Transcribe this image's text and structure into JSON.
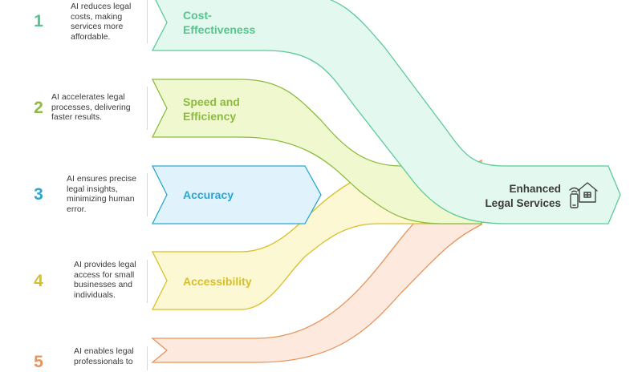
{
  "outcome": {
    "label": "Enhanced\nLegal Services",
    "icon": "house-and-phone-icon",
    "color": "#e3f8ef",
    "stroke": "#5ccb98"
  },
  "factors": [
    {
      "number": "1",
      "title": "Cost-\nEffectiveness",
      "description": "AI reduces legal\ncosts, making\nservices more\naffordable.",
      "color": "#54c68d",
      "fill": "#e0f7ec"
    },
    {
      "number": "2",
      "title": "Speed and\nEfficiency",
      "description": "AI accelerates legal\nprocesses, delivering\nfaster results.",
      "color": "#8bbc3b",
      "fill": "#f0f8cf"
    },
    {
      "number": "3",
      "title": "Accuracy",
      "description": "AI ensures precise\nlegal insights,\nminimizing human\nerror.",
      "color": "#2ba6d3",
      "fill": "#e0f2fc"
    },
    {
      "number": "4",
      "title": "Accessibility",
      "description": "AI provides legal\naccess for small\nbusinesses and\nindividuals.",
      "color": "#d9bf26",
      "fill": "#fbf8d3"
    },
    {
      "number": "5",
      "title": "",
      "description": "AI enables legal\nprofessionals to",
      "color": "#e8935a",
      "fill": "#fde9de"
    }
  ]
}
